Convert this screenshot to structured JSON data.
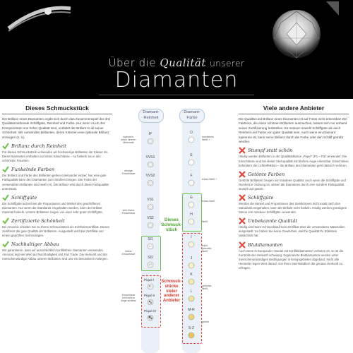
{
  "header": {
    "line1_a": "Über die",
    "line1_b": "Qualität",
    "line1_c": "unserer",
    "line2": "Diamanten"
  },
  "left": {
    "title": "Dieses Schmuckstück",
    "intro": "Die Brillanz eines Diamanten ergibt sich durch das Zusammenspiel der drei Qualitätsmerkmale Schliffgüte, Reinheit und Farbe. Nur wenn ALLE drei Komponenten von hoher Qualität sind, entfaltet der Brillant in all seiner Schönheit. Wir verwenden Brillanten, deren Kriterien eine optimale Brillanz erzeugen (s. o).",
    "items": [
      {
        "title": "Brillanz durch Reinheit",
        "text": "Für dieses Schmuckstück verwenden wir hochwertige Brillanten der Klasse si1. Diese Diamanten enthalten nur kleine Einschlüsse – so funkeln sie in den schönsten Facetten."
      },
      {
        "title": "Funkelnde Farben",
        "text": "Die Brillanz und Farbe des Brillanten gehen miteinander einher. Nur eine gute Farbqualität kann den Diamanten zum Strahlen bringen. Die Farbe der verwendeten Brillanten sind weiß (H). Die Brillanz wird durch diese Farbqualität unterstützt."
      },
      {
        "title": "Schliffgüte",
        "text": "Die Schliffgüte bezeichnet die Proportionen und Winkel des geschliffenen Diamanten. Nur wenn die Standards eingehalten werden, kann der Brillant maximal funkeln. Unsere Brillanten zeigen von einer sehr guten Schliffgüte."
      },
      {
        "title": "Zertifizierte Schönheit",
        "text": "Bei Amoonic erhalten Sie zu Ihrem Schmuckstück ein Echtheitszertifikat. Dieses zertifiziert die gute Qualität der Brillanten. Ausgestellt wird das Zertifikat von einem geprüften Gemmologen."
      },
      {
        "title": "Nachhaltiger Abbau",
        "text": "Wir garantieren, dass wir ausschließlich konfliktfreie Diamanten verwenden. Amoonic legt viel Wert auf Nachhaltigkeit und Fair Trade. Die Herkunft und der menschenwürdige Abbau unserer Brillanten sind uns ein besonderes Anliegen."
      }
    ]
  },
  "right": {
    "title": "Viele andere Anbieter",
    "intro": "Die Qualität und Brillanz eines Diamanten ist auf Fotos nicht erkennbar! Die Faktoren, die einen schönen Brillanten ausmachen, lassen sich nur anhand seiner Zertifizierung feststellen. Es müssen sowohl Schliffgüte als auch Reinheit und Farbe von guter Qualität sein. Auch wenn ein Diamant lupenrein ist, kann seine Brillanz durch die Farbe oder den Schliff getrübt werden.",
    "items": [
      {
        "title": "Stumpf statt schön",
        "text": "Häufig werden Brillanten in der Qualitätsklasse „Piqué\" (P1 – P3) verwendet. Die Einschlüsse sind bei dieser Steinqualität mit bloßem Auge erkennbar. Einschlüsse behindern die Lichtreflektion – die Brillanz des Diamanten geht dadurch verloren."
      },
      {
        "title": "Getönte Farben",
        "text": "Getönte Brillanten zeugen von minderer Qualität. Auch wenn die Schliffgüte und Reinheit in Ordnung ist, wirken die Diamanten durch eine mindere Farbqualität stumpf und getönt."
      },
      {
        "title": "Schliffgüte",
        "text": "Werden die Winkel und Proportionen des Steinkörpers nicht exakt nach den Standards eingehalten, kann der Brillant nicht funkeln. Häufig werden günstigere Steine von minderer Schliffgüte verwendet."
      },
      {
        "title": "Unbekannte Qualität",
        "text": "Häufig wird beim Schmuckkauf kein Zertifikat über die verwendeten Materialien ausgestellt. So haben Sie keine Gewissheit, welche Qualität Ihr Edelstein tatsächlich hat."
      },
      {
        "title": "Blutdiamanten",
        "text": "Auch wenn in Europa der Handel mit Konfliktdiamanten verboten ist, so ist die Kontrolle der Herkunft schwierig. Sogenannte Blutdiamanten werden unter menschenunwürdigen Bedingungen in Kriegsgebieten abgebaut. Nicht alle Hersteller legen Wert darauf, von ihren Steinhändlern die genaue Herkunft zu erfragen."
      }
    ]
  },
  "center": {
    "head_clarity": "Diamant-Reinheit",
    "head_color": "Diamant-Farbe",
    "clarity_grades": [
      "IF",
      "VVS1",
      "VVS2",
      "VS1",
      "VS2",
      "SI1",
      "SI2",
      "Piqué I",
      "Piqué II",
      "Piqué III"
    ],
    "clarity_desc": [
      "lupenrein, keine inneren Merkmale",
      "winzige Einschlüsse",
      "sehr kleine Einschlüsse",
      "kleine Einschlüsse",
      "Einschlüsse mit bloßem Auge sichtbar"
    ],
    "color_grades": [
      "D",
      "E",
      "F",
      "G",
      "H",
      "I",
      "J",
      "K",
      "L",
      "M-R",
      "S-Z"
    ],
    "color_desc": [
      "hochfeines Weiß +",
      "feines Weiß +",
      "feines Weiß",
      "Weiß",
      "leicht getöntes Weiß",
      "getöntes Weiß",
      "getönt"
    ],
    "label_this": "Dieses Schmuck-stück",
    "label_others": "Schmuck-stücke vieler anderer Anbieter"
  },
  "colors": {
    "green": "#6cc04a",
    "red": "#e0453a",
    "header_bg": "#000000"
  }
}
